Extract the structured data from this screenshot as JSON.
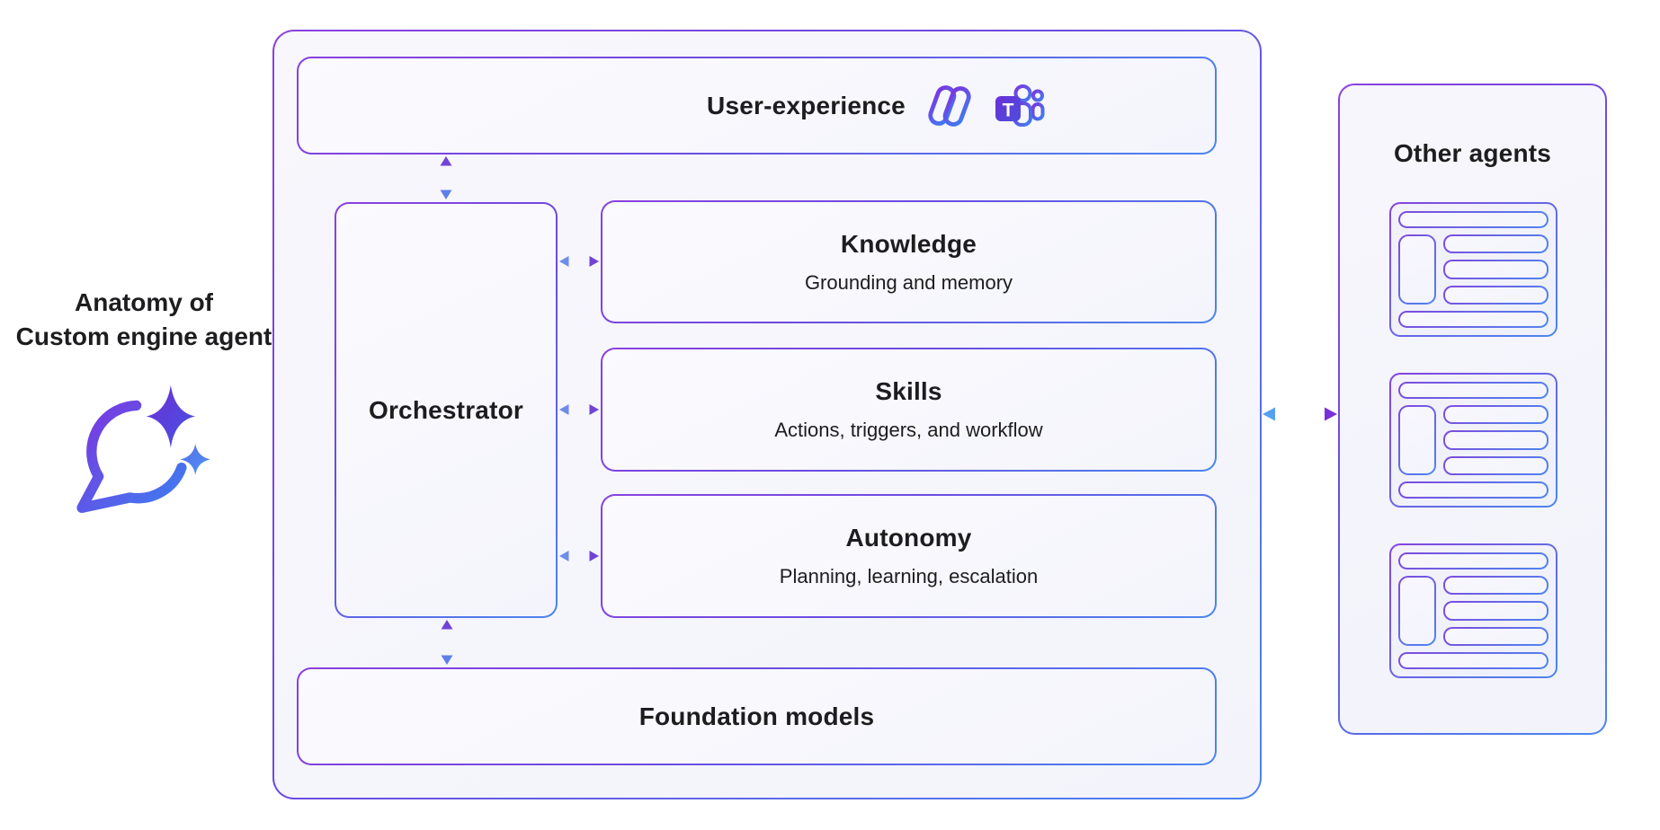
{
  "anatomy_label": {
    "line1": "Anatomy of",
    "line2": "Custom engine agent",
    "icon": "chat-sparkle-icon"
  },
  "boxes": {
    "user_experience": {
      "title": "User-experience",
      "icons": [
        "copilot-icon",
        "teams-icon"
      ]
    },
    "orchestrator": {
      "title": "Orchestrator"
    },
    "capabilities": [
      {
        "title": "Knowledge",
        "subtitle": "Grounding and memory"
      },
      {
        "title": "Skills",
        "subtitle": "Actions, triggers, and workflow"
      },
      {
        "title": "Autonomy",
        "subtitle": "Planning, learning, escalation"
      }
    ],
    "foundation": {
      "title": "Foundation models"
    },
    "other_agents": {
      "title": "Other agents",
      "card_count": 3
    }
  },
  "connections": {
    "solid_double_arrows": [
      "user-experience ↔ orchestrator",
      "orchestrator ↔ knowledge",
      "orchestrator ↔ skills",
      "orchestrator ↔ autonomy",
      "orchestrator ↔ foundation-models"
    ],
    "dotted_double_arrow": "main-container ↔ other-agents"
  },
  "colors": {
    "border_gradient_start": "#8A41DE",
    "border_gradient_end": "#4B86EF",
    "arrow_blue": "#6E8CEB",
    "arrow_purple": "#7243D6",
    "dotted_arrow_blue": "#55A0F0",
    "dotted_arrow_purple": "#7B2FD9",
    "teams_square_fill": "#6A2FD8",
    "text": "#1D1D1F",
    "box_fill": "#F8F7FC"
  }
}
